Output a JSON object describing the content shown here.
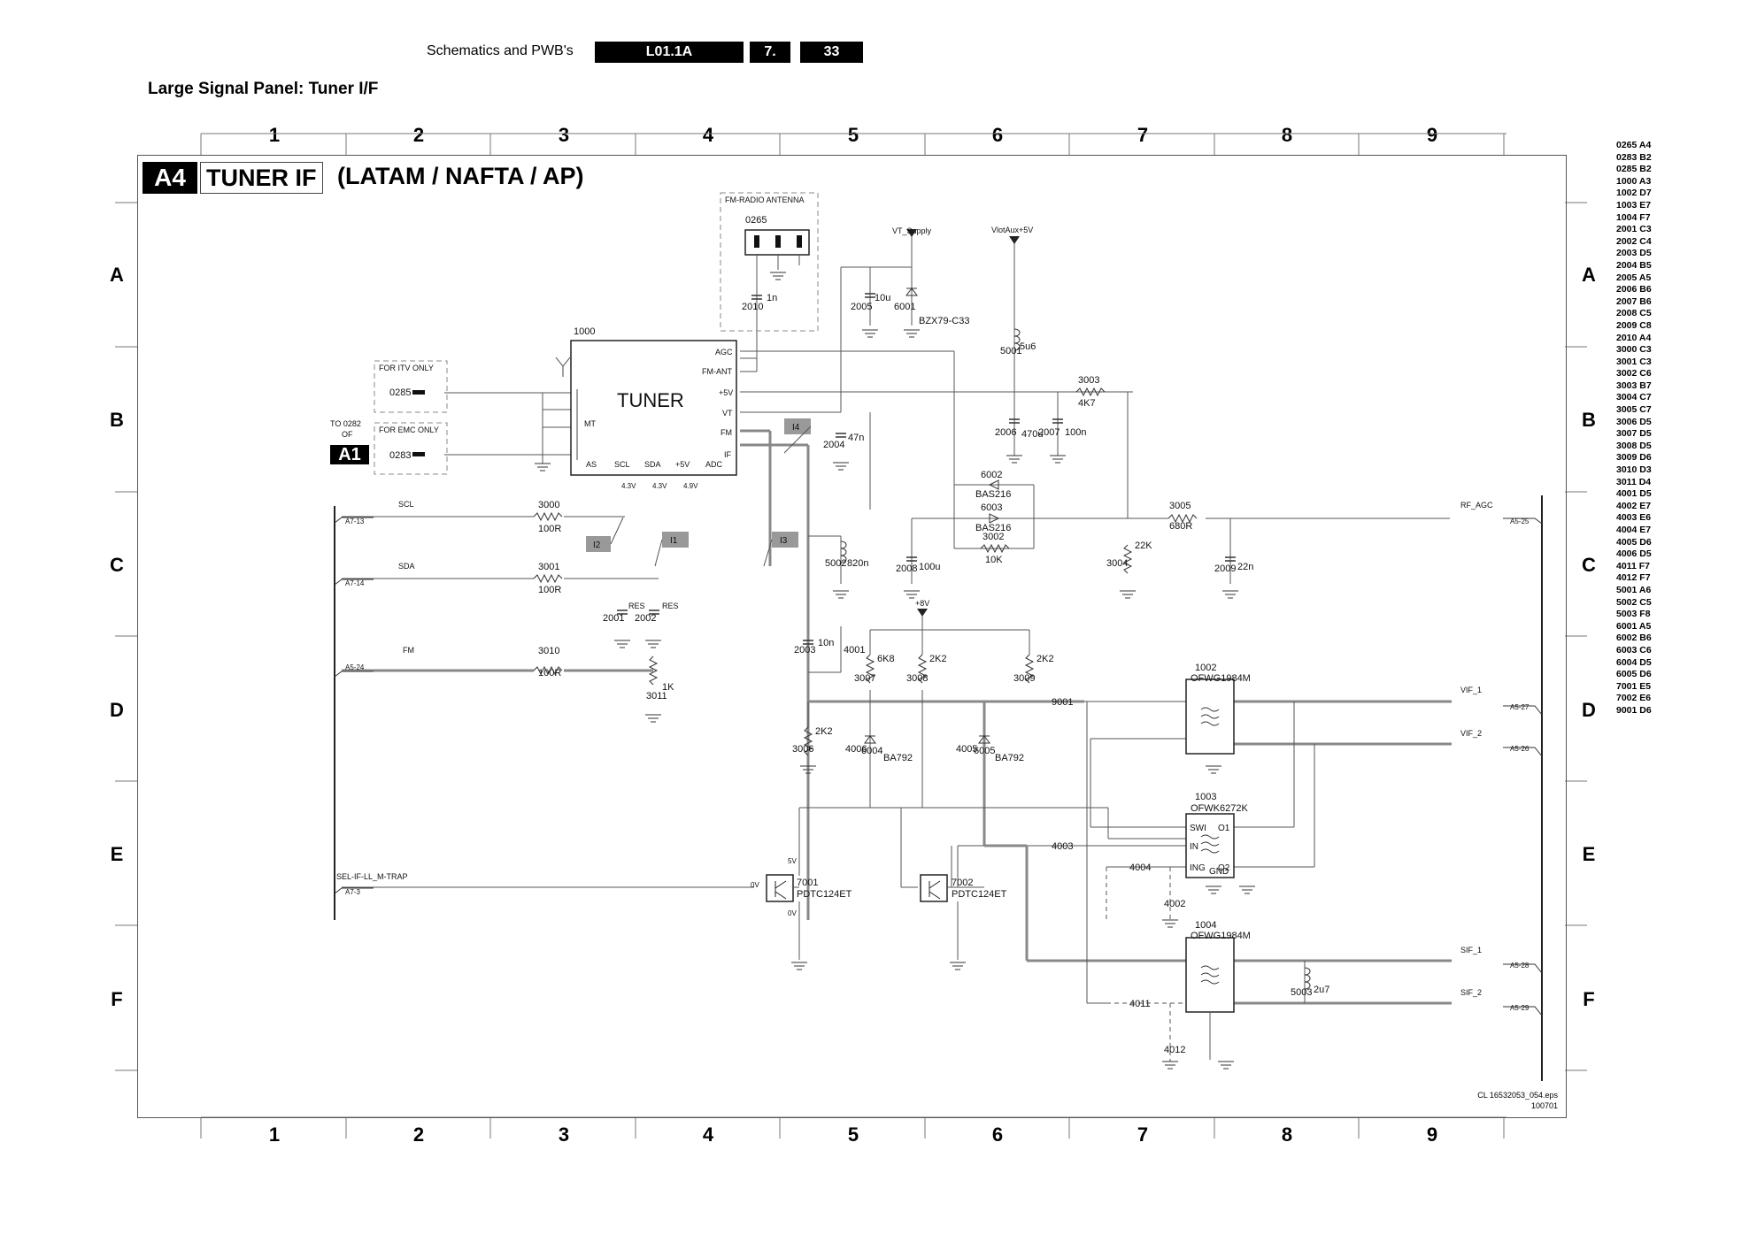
{
  "header": {
    "section": "Schematics and PWB's",
    "model": "L01.1A",
    "chapter": "7.",
    "page": "33"
  },
  "subtitle": "Large Signal Panel: Tuner I/F",
  "grid": {
    "columns": [
      "1",
      "2",
      "3",
      "4",
      "5",
      "6",
      "7",
      "8",
      "9"
    ],
    "rows": [
      "A",
      "B",
      "C",
      "D",
      "E",
      "F"
    ]
  },
  "diagram": {
    "badge": "A4",
    "name": "TUNER IF",
    "region": "(LATAM / NAFTA / AP)",
    "connector_badge": "A1",
    "connector_note": [
      "TO 0282",
      "OF"
    ],
    "labels": {
      "fm_antenna_box": "FM-RADIO ANTENNA",
      "c0265": "0265",
      "itv_box": "FOR ITV ONLY",
      "emc_box": "FOR EMC ONLY",
      "c0285": "0285",
      "c0283": "0283",
      "tuner_ref": "1000",
      "tuner": "TUNER",
      "mt": "MT",
      "p_agc": "AGC",
      "p_fmant": "FM-ANT",
      "p_5v": "+5V",
      "p_vt": "VT",
      "p_fm": "FM",
      "p_if": "IF",
      "b_as": "AS",
      "b_scl": "SCL",
      "b_sda": "SDA",
      "b_5v": "+5V",
      "b_adc": "ADC",
      "vt_supply": "VT_Supply",
      "vlotaux": "VlotAux+5V",
      "plus8v": "+8V",
      "scl": "SCL",
      "sda": "SDA",
      "fm": "FM",
      "a7_13": "A7-13",
      "a7_14": "A7-14",
      "a5_24": "A5-24",
      "a7_3": "A7-3",
      "sel_if": "SEL-IF-LL_M-TRAP",
      "rf_agc": "RF_AGC",
      "a5_25": "A5-25",
      "vif1": "VIF_1",
      "vif2": "VIF_2",
      "a5_27": "A5-27",
      "a5_26": "A5-26",
      "sif1": "SIF_1",
      "sif2": "SIF_2",
      "a5_28": "A5-28",
      "a5_29": "A5-29",
      "i1": "I1",
      "i2": "I2",
      "i3": "I3",
      "i4": "I4",
      "r3000": "3000",
      "r3000v": "100R",
      "r3001": "3001",
      "r3001v": "100R",
      "r3010": "3010",
      "r3010v": "100R",
      "r3011": "3011",
      "r3011v": "1K",
      "r3003": "3003",
      "r3003v": "4K7",
      "r3005": "3005",
      "r3005v": "680R",
      "r3002": "3002",
      "r3002v": "10K",
      "r3004": "3004",
      "r3004v": "22K",
      "r3006": "3006",
      "r3006v": "2K2",
      "r3007": "3007",
      "r3007v": "6K8",
      "r3008": "3008",
      "r3008v": "2K2",
      "r3009": "3009",
      "r3009v": "2K2",
      "c2010": "2010",
      "c2010v": "1n",
      "c2005": "2005",
      "c2005v": "10u",
      "d6001": "6001",
      "d6001v": "BZX79-C33",
      "l5001": "5001",
      "l5001v": "5u6",
      "c2006": "2006",
      "c2006v": "470u",
      "c2007": "2007",
      "c2007v": "100n",
      "c2004": "2004",
      "c2004v": "47n",
      "d6002": "6002",
      "d6002v": "BAS216",
      "d6003": "6003",
      "d6003v": "BAS216",
      "c2008": "2008",
      "c2008v": "100u",
      "c2009": "2009",
      "c2009v": "22n",
      "l5002": "5002",
      "l5002v": "820n",
      "c2001": "2001",
      "c2002": "2002",
      "res": "RES",
      "v43a": "4.3V",
      "v43b": "4.3V",
      "v49": "4.9V",
      "c2003": "2003",
      "c2003v": "10n",
      "j4001": "4001",
      "j4006": "4006",
      "d6004": "6004",
      "d6004v": "BA792",
      "j4005": "4005",
      "d6005": "6005",
      "d6005v": "BA792",
      "j9001": "9001",
      "j4003": "4003",
      "j4004": "4004",
      "j4002": "4002",
      "j4011": "4011",
      "j4012": "4012",
      "f1002": "1002",
      "f1002v": "OFWG1984M",
      "f1003": "1003",
      "f1003v": "OFWK6272K",
      "f1004": "1004",
      "f1004v": "OFWG1984M",
      "swi": "SWI",
      "in": "IN",
      "ing": "ING",
      "gnd": "GND",
      "o1": "O1",
      "o2": "O2",
      "t7001": "7001",
      "t7001v": "PDTC124ET",
      "t7002": "7002",
      "t7002v": "PDTC124ET",
      "v5": "5V",
      "v0a": "0V",
      "v0b": "0V",
      "l5003": "5003",
      "l5003v": "2u7"
    }
  },
  "index": [
    "0265 A4",
    "0283 B2",
    "0285 B2",
    "1000 A3",
    "1002 D7",
    "1003 E7",
    "1004 F7",
    "2001 C3",
    "2002 C4",
    "2003 D5",
    "2004 B5",
    "2005 A5",
    "2006 B6",
    "2007 B6",
    "2008 C5",
    "2009 C8",
    "2010 A4",
    "3000 C3",
    "3001 C3",
    "3002 C6",
    "3003 B7",
    "3004 C7",
    "3005 C7",
    "3006 D5",
    "3007 D5",
    "3008 D5",
    "3009 D6",
    "3010 D3",
    "3011 D4",
    "4001 D5",
    "4002 E7",
    "4003 E6",
    "4004 E7",
    "4005 D6",
    "4006 D5",
    "4011 F7",
    "4012 F7",
    "5001 A6",
    "5002 C5",
    "5003 F8",
    "6001 A5",
    "6002 B6",
    "6003 C6",
    "6004 D5",
    "6005 D6",
    "7001 E5",
    "7002 E6",
    "9001 D6"
  ],
  "footer": {
    "file": "CL 16532053_054.eps",
    "date": "100701"
  }
}
